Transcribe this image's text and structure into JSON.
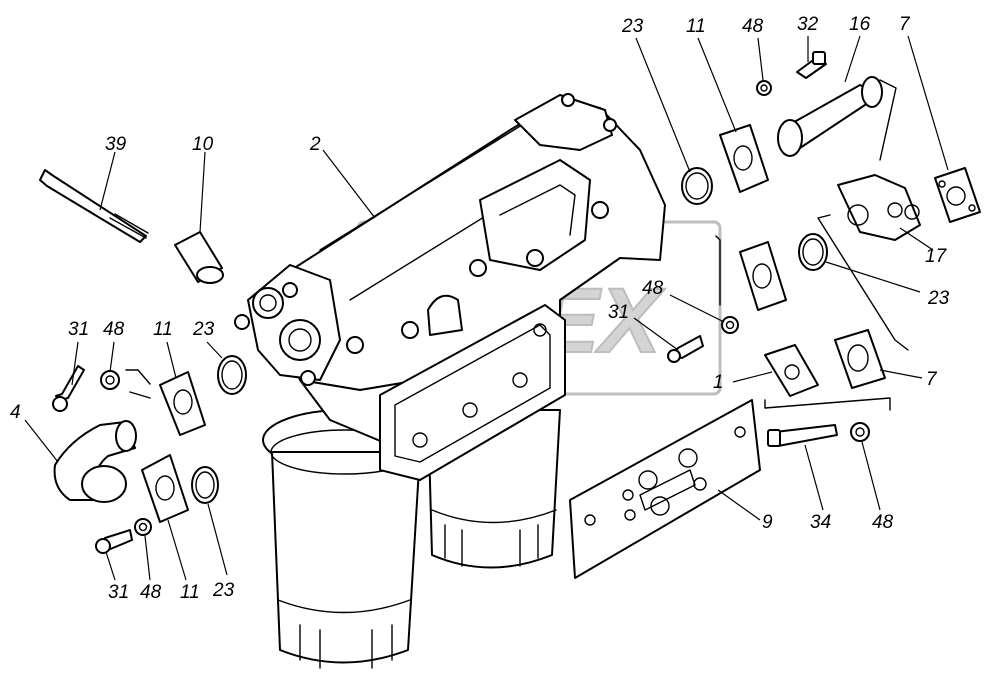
{
  "watermark": {
    "text": "OPEX"
  },
  "callouts": {
    "c23_top": "23",
    "c11_top": "11",
    "c48_top": "48",
    "c32": "32",
    "c16": "16",
    "c7_top": "7",
    "c39": "39",
    "c10": "10",
    "c2": "2",
    "c17": "17",
    "c23_right": "23",
    "c48_mid": "48",
    "c31_mid": "31",
    "c7_right": "7",
    "c1": "1",
    "c31_left": "31",
    "c48_left": "48",
    "c11_left": "11",
    "c23_left": "23",
    "c4": "4",
    "c9": "9",
    "c34": "34",
    "c48_right": "48",
    "c31_bottom": "31",
    "c48_bottom": "48",
    "c11_bottom": "11",
    "c23_bottom": "23"
  }
}
